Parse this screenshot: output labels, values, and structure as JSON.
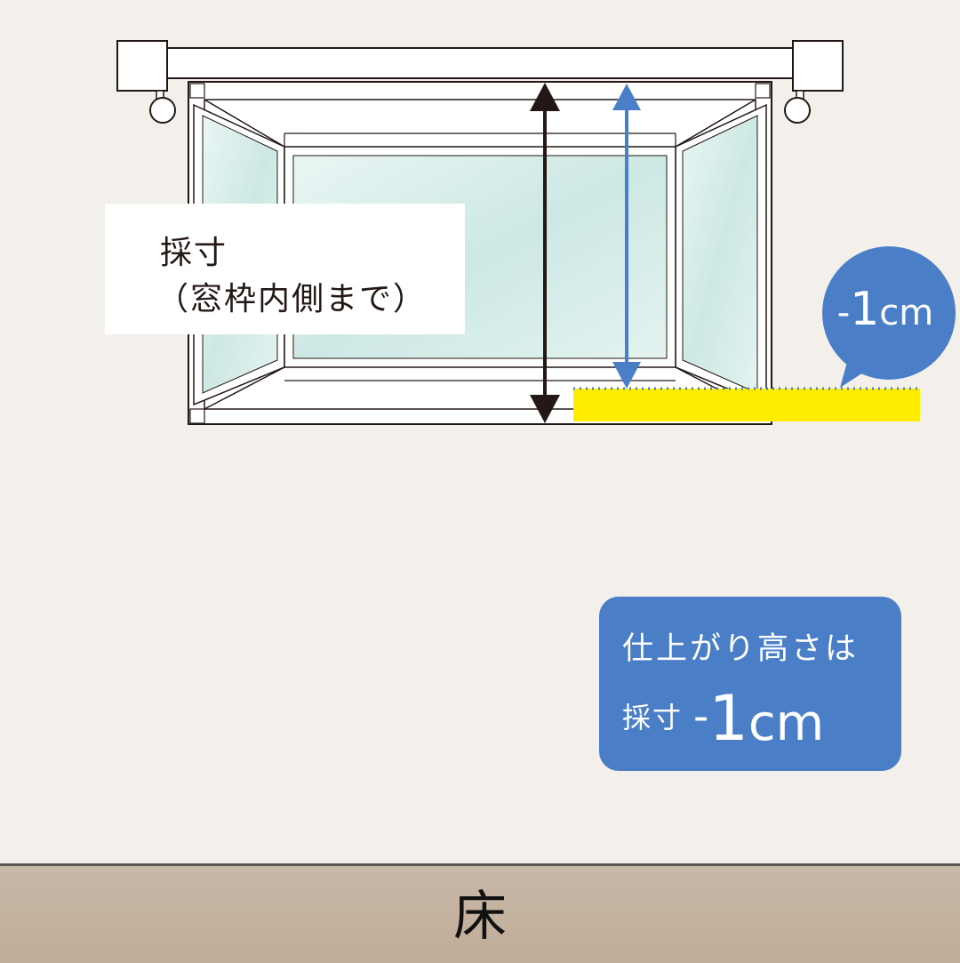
{
  "measurement_label": {
    "line1": "採寸",
    "line2": "（窓枠内側まで）"
  },
  "offset_bubble": {
    "minus": "-",
    "number": "1",
    "unit": "cm"
  },
  "result_box": {
    "line1": "仕上がり高さは",
    "prefix": "採寸",
    "minus": "-",
    "number": "1",
    "unit": "cm"
  },
  "floor_label": "床",
  "colors": {
    "background": "#f3f0eb",
    "accent_blue": "#4a7fc7",
    "arrow_dark": "#231815",
    "sill_yellow": "#ffed00",
    "glass": "#d4ece9",
    "floor": "#c4b3a0"
  }
}
